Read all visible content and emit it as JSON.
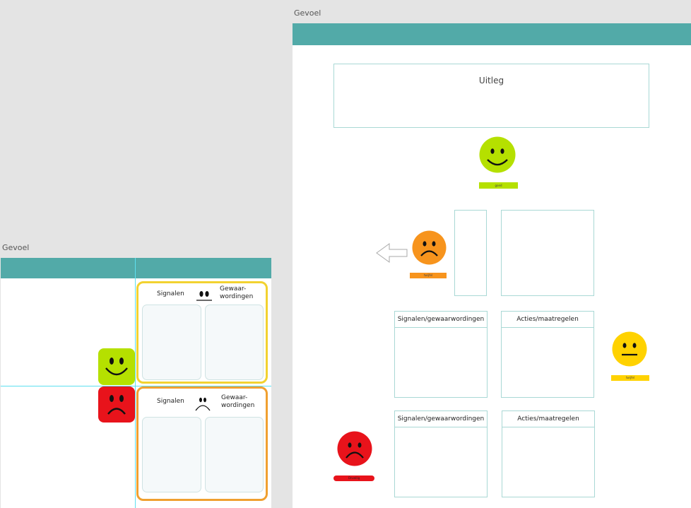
{
  "artboard_left": {
    "label": "Gevoel",
    "yellow_card": {
      "signalen": "Signalen",
      "gewaar": "Gewaar-\nwordingen"
    },
    "orange_card": {
      "signalen": "Signalen",
      "gewaar": "Gewaar-\nwordingen"
    }
  },
  "artboard_right": {
    "label": "Gevoel",
    "uitleg": "Uitleg",
    "green_caption": "goed",
    "orange_caption": "twijfel",
    "yellow_caption": "twijfel",
    "red_caption": "Onveilig",
    "box1": {
      "left": "Signalen/gewaarwordingen",
      "right": "Acties/maatregelen"
    },
    "box2": {
      "left": "Signalen/gewaarwordingen",
      "right": "Acties/maatregelen"
    }
  },
  "colors": {
    "teal": "#52aaa8",
    "green": "#b5e000",
    "orange": "#f7941d",
    "yellow": "#ffd200",
    "red": "#e8131b",
    "yellow_border": "#f2d230",
    "orange_border": "#f0a030"
  }
}
